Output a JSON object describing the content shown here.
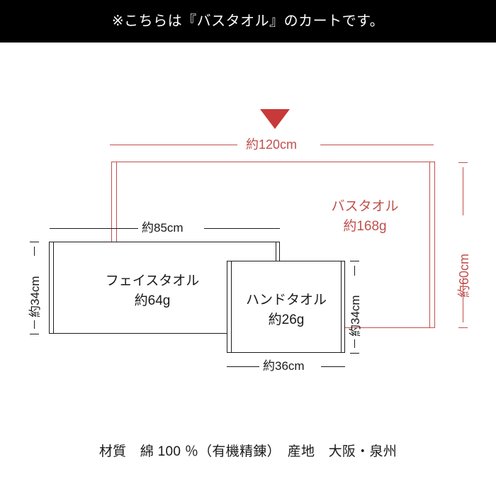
{
  "header": {
    "notice": "※こちらは『バスタオル』のカートです。"
  },
  "marker": {
    "icon": "down-triangle-icon",
    "color": "#c8393a"
  },
  "colors": {
    "bath_towel": "#c0504d",
    "other_towel": "#1a1a1a",
    "marker_red": "#c8393a",
    "header_bg": "#000000",
    "page_bg": "#ffffff"
  },
  "diagram": {
    "title_note": "towel size comparison",
    "items": [
      {
        "key": "bath_towel",
        "name": "バスタオル",
        "weight": "約168g",
        "width_label": "約120cm",
        "height_label": "約60cm",
        "color": "#c0504d",
        "highlighted": true
      },
      {
        "key": "face_towel",
        "name": "フェイスタオル",
        "weight": "約64g",
        "width_label": "約85cm",
        "height_label": "約34cm",
        "color": "#1a1a1a",
        "highlighted": false
      },
      {
        "key": "hand_towel",
        "name": "ハンドタオル",
        "weight": "約26g",
        "width_label": "約36cm",
        "height_label": "約34cm",
        "color": "#1a1a1a",
        "highlighted": false
      }
    ]
  },
  "footer": {
    "spec": "材質　綿 100 ％（有機精錬）　産地　大阪・泉州"
  }
}
